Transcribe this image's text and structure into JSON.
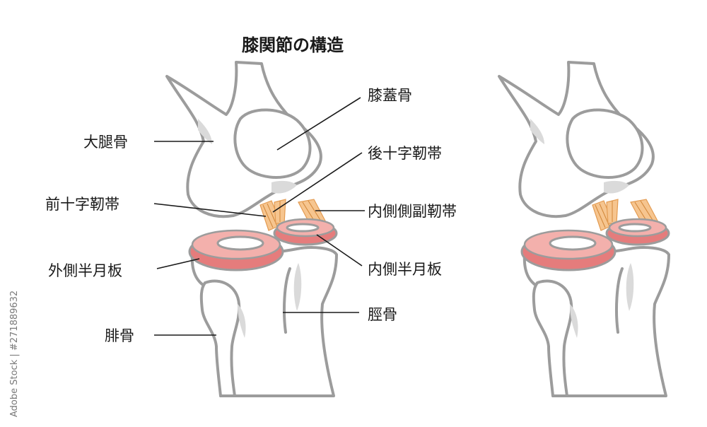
{
  "title": "膝関節の構造",
  "labels": {
    "patella": "膝蓋骨",
    "femur": "大腿骨",
    "pcl": "後十字靭帯",
    "acl": "前十字靭帯",
    "mcl": "内側側副靭帯",
    "lateral_meniscus": "外側半月板",
    "medial_meniscus": "内側半月板",
    "tibia": "脛骨",
    "fibula": "腓骨"
  },
  "stock_id": "Adobe Stock | #271889632",
  "colors": {
    "bone_outline": "#9c9c9c",
    "meniscus": "#e57c7c",
    "ligament": "#f6c58f"
  }
}
